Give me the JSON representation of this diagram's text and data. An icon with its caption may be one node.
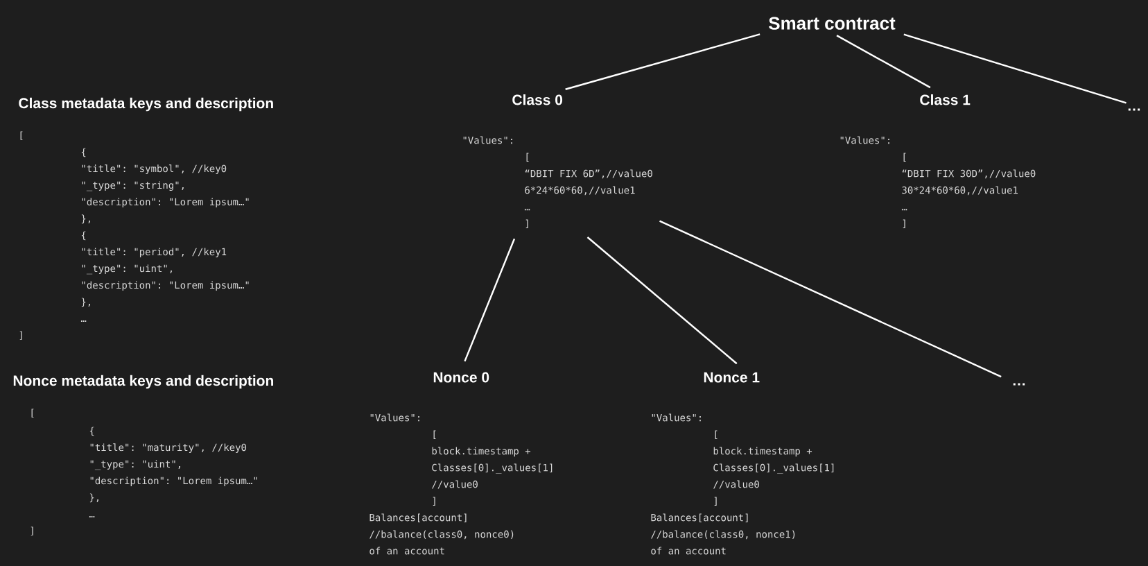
{
  "diagram": {
    "nodes": [
      {
        "text": [
          "Smart contract"
        ]
      },
      {
        "text": [
          "Class 0",
          "\"Values\":",
          "[",
          "“DBIT FIX 6D”,//value0",
          "6*24*60*60,//value1",
          "…",
          "]"
        ]
      },
      {
        "text": [
          "Class 1",
          "\"Values\":",
          "[",
          "“DBIT FIX 30D”,//value0",
          "30*24*60*60,//value1",
          "…",
          "]"
        ]
      },
      {
        "text": [
          "…"
        ]
      },
      {
        "text": [
          "Nonce 0",
          "\"Values\":",
          "[",
          "block.timestamp +",
          "Classes[0]._values[1]",
          "//value0",
          "]",
          "Balances[account]",
          "//balance(class0, nonce0)",
          "of an account"
        ]
      },
      {
        "text": [
          "Nonce 1",
          "\"Values\":",
          "[",
          "block.timestamp +",
          "Classes[0]._values[1]",
          "//value0",
          "]",
          "Balances[account]",
          "//balance(class0, nonce1)",
          "of an account"
        ]
      },
      {
        "text": [
          "…"
        ]
      }
    ],
    "edges": [
      {
        "from": 0,
        "to": 1,
        "arrow": "none"
      },
      {
        "from": 0,
        "to": 2,
        "arrow": "none"
      },
      {
        "from": 0,
        "to": 3,
        "arrow": "none"
      },
      {
        "from": 1,
        "to": 4,
        "arrow": "none"
      },
      {
        "from": 1,
        "to": 5,
        "arrow": "none"
      },
      {
        "from": 1,
        "to": 6,
        "arrow": "none"
      }
    ],
    "labels": [
      "Class metadata keys and description",
      "[",
      "{",
      "\"title\": \"symbol\", //key0",
      "\"_type\": \"string\",",
      "\"description\": \"Lorem ipsum…\"",
      "},",
      "{",
      "\"title\": \"period\", //key1",
      "\"_type\": \"uint\",",
      "\"description\": \"Lorem ipsum…\"",
      "},",
      "…",
      "]",
      "Nonce metadata keys and description",
      "[",
      "{",
      "\"title\": \"maturity\", //key0",
      "\"_type\": \"uint\",",
      "\"description\": \"Lorem ipsum…\"",
      "},",
      "…",
      "]"
    ]
  }
}
